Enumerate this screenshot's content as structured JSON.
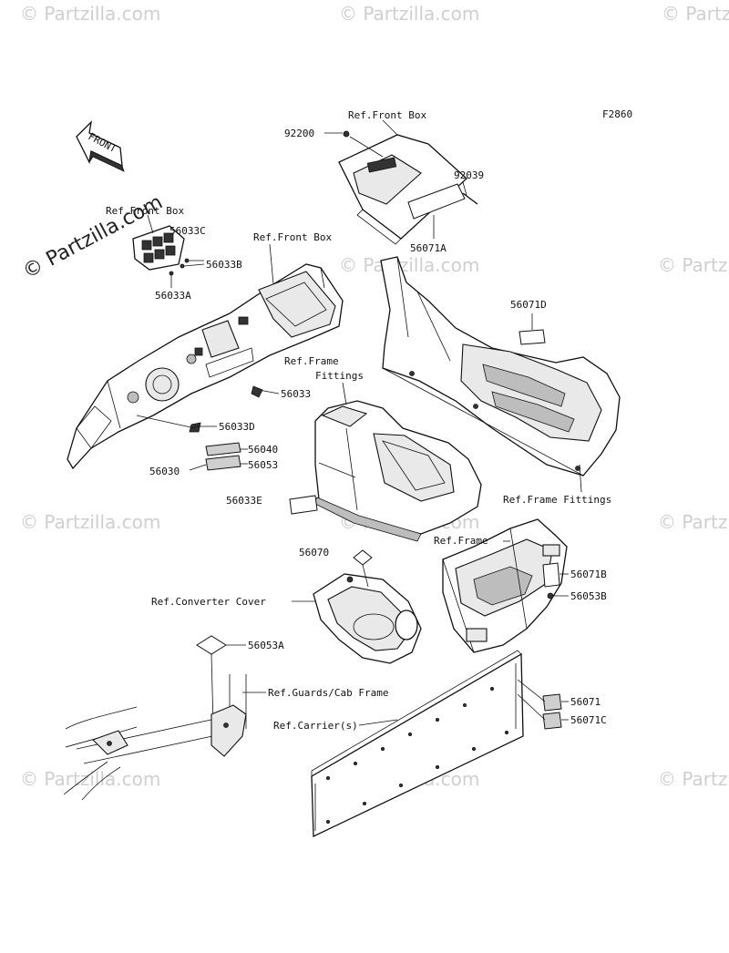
{
  "diagram": {
    "figure_code": "F2860",
    "front_arrow": "FRONT",
    "watermark_main": "© Partzilla.com",
    "watermark_tile": "© Partzilla.com"
  },
  "labels": [
    {
      "id": "ref-front-box-top",
      "text": "Ref.Front Box"
    },
    {
      "id": "p92200",
      "text": "92200"
    },
    {
      "id": "p92039",
      "text": "92039"
    },
    {
      "id": "p56071a",
      "text": "56071A"
    },
    {
      "id": "ref-front-box-left",
      "text": "Ref.Front Box"
    },
    {
      "id": "p56033c",
      "text": "56033C"
    },
    {
      "id": "p56033b",
      "text": "56033B"
    },
    {
      "id": "p56033a",
      "text": "56033A"
    },
    {
      "id": "ref-front-box-mid",
      "text": "Ref.Front Box"
    },
    {
      "id": "p56071d",
      "text": "56071D"
    },
    {
      "id": "ref-frame-fittings-1",
      "text": "Ref.Frame"
    },
    {
      "id": "ref-frame-fittings-2",
      "text": "Fittings"
    },
    {
      "id": "p56033",
      "text": "56033"
    },
    {
      "id": "p56033d",
      "text": "56033D"
    },
    {
      "id": "p56040",
      "text": "56040"
    },
    {
      "id": "p56030",
      "text": "56030"
    },
    {
      "id": "p56053",
      "text": "56053"
    },
    {
      "id": "ref-frame-fittings-right",
      "text": "Ref.Frame Fittings"
    },
    {
      "id": "p56033e",
      "text": "56033E"
    },
    {
      "id": "ref-frame",
      "text": "Ref.Frame"
    },
    {
      "id": "p56070",
      "text": "56070"
    },
    {
      "id": "p56071b",
      "text": "56071B"
    },
    {
      "id": "ref-converter-cover",
      "text": "Ref.Converter Cover"
    },
    {
      "id": "p56053b",
      "text": "56053B"
    },
    {
      "id": "p56053a",
      "text": "56053A"
    },
    {
      "id": "ref-guards",
      "text": "Ref.Guards/Cab Frame"
    },
    {
      "id": "p56071",
      "text": "56071"
    },
    {
      "id": "ref-carrier",
      "text": "Ref.Carrier(s)"
    },
    {
      "id": "p56071c",
      "text": "56071C"
    }
  ]
}
